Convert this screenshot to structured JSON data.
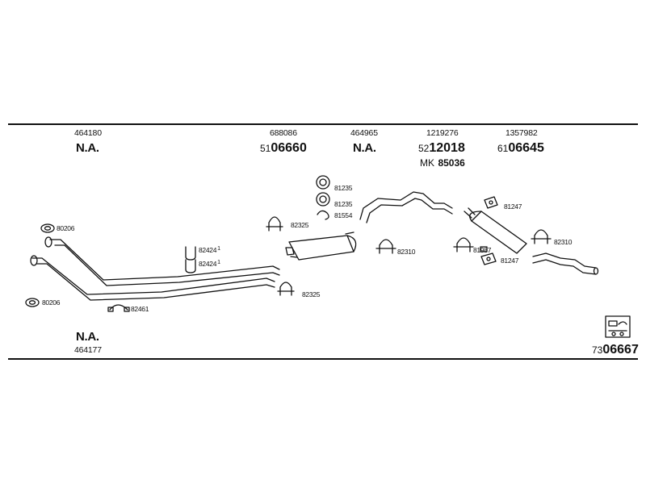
{
  "columns": [
    {
      "number": "464180",
      "code": "N.A."
    },
    {
      "number": "688086",
      "code_prefix": "51",
      "code_main": "06660"
    },
    {
      "number": "464965",
      "code": "N.A."
    },
    {
      "number": "1219276",
      "code_prefix": "52",
      "code_main": "12018",
      "extra_prefix": "MK",
      "extra_main": "85036"
    },
    {
      "number": "1357982",
      "code_prefix": "61",
      "code_main": "06645"
    }
  ],
  "bottom_left": {
    "code": "N.A.",
    "number": "464177"
  },
  "bottom_right": {
    "prefix": "73",
    "main": "06667"
  },
  "parts": {
    "p80206_upper": "80206",
    "p80206_lower": "80206",
    "p82424_a": "82424",
    "p82424_b": "82424",
    "sup_1": "1",
    "p82461": "82461",
    "p82325_a": "82325",
    "p82325_b": "82325",
    "p81235_a": "81235",
    "p81235_b": "81235",
    "p81554": "81554",
    "p82310_a": "82310",
    "p81247_a": "81247",
    "p81987": "81987",
    "p81247_b": "81247",
    "p82310_b": "82310"
  }
}
